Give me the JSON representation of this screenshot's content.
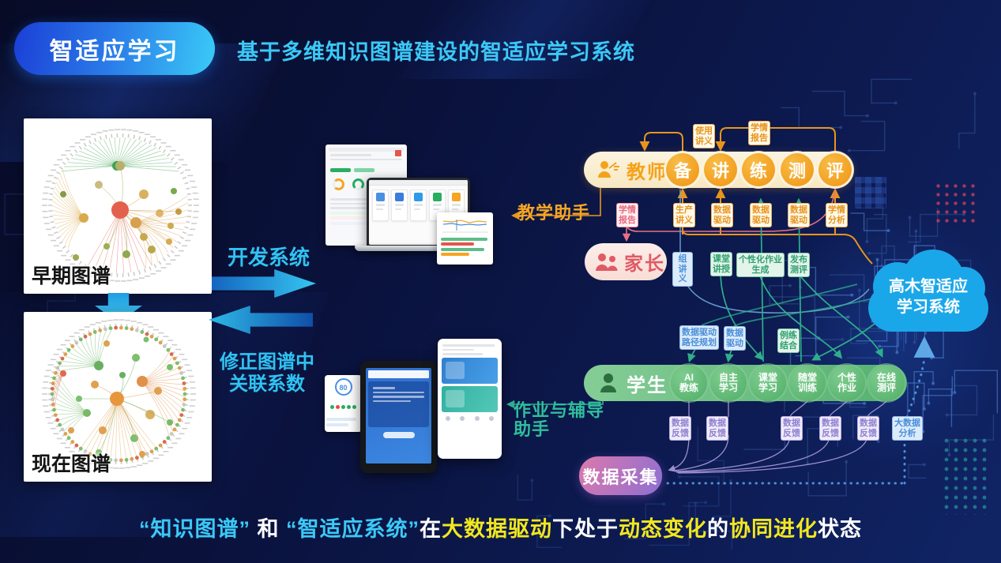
{
  "badge": "智适应学习",
  "title": "基于多维知识图谱建设的智适应学习系统",
  "graphs": {
    "early": "早期图谱",
    "current": "现在图谱",
    "develop": "开发系统",
    "fix_line1": "修正图谱中",
    "fix_line2": "关联系数"
  },
  "assistants": {
    "teaching": "教学助手",
    "homework_line1": "作业与辅导",
    "homework_line2": "助手"
  },
  "teacher_flow": {
    "role": "教师",
    "stages": [
      "备",
      "讲",
      "练",
      "测",
      "评"
    ],
    "top_labels": [
      "使用讲义",
      "学情报告"
    ],
    "bottom_labels": [
      "学情报告",
      "生产讲义",
      "数据驱动",
      "数据驱动",
      "数据驱动",
      "学情分析"
    ]
  },
  "parent_flow": {
    "role": "家长",
    "labels": [
      "组讲义",
      "课堂讲授",
      "个性化作业生成",
      "发布测评"
    ]
  },
  "mid_labels": [
    "数据驱动路径规划",
    "数据驱动",
    "例练结合"
  ],
  "student_flow": {
    "role": "学生",
    "stages": [
      {
        "line1": "AI",
        "line2": "教练"
      },
      {
        "line1": "自主",
        "line2": "学习"
      },
      {
        "line1": "课堂",
        "line2": "学习"
      },
      {
        "line1": "随堂",
        "line2": "训练"
      },
      {
        "line1": "个性",
        "line2": "作业"
      },
      {
        "line1": "在线",
        "line2": "测评"
      }
    ],
    "feedback_labels": [
      "数据反馈",
      "数据反馈",
      "数据反馈",
      "数据反馈",
      "数据反馈"
    ],
    "big_data_label": "大数据分析"
  },
  "cloud": {
    "line1": "高木智适应",
    "line2": "学习系统"
  },
  "data_collection": "数据采集",
  "mockups": {
    "gauge_value": "80"
  },
  "caption": {
    "segments": [
      {
        "text": "“知识图谱”",
        "color": "cyan"
      },
      {
        "text": " 和 ",
        "color": "white"
      },
      {
        "text": "“智适应系统”",
        "color": "cyan"
      },
      {
        "text": "在",
        "color": "white"
      },
      {
        "text": "大数据驱动",
        "color": "yellow"
      },
      {
        "text": "下处于",
        "color": "white"
      },
      {
        "text": "动态变化",
        "color": "yellow"
      },
      {
        "text": "的",
        "color": "white"
      },
      {
        "text": "协同进化",
        "color": "yellow"
      },
      {
        "text": "状态",
        "color": "white"
      }
    ]
  },
  "colors": {
    "accent_cyan": "#3BC9F7",
    "orange": "#F0991E",
    "teal_green": "#2FAE8C",
    "pink": "#E86A80",
    "purple": "#8F7FD0",
    "blue": "#4A8FD8",
    "cloud_blue": "#1AA7E9",
    "caption_yellow": "#F2E71E"
  }
}
